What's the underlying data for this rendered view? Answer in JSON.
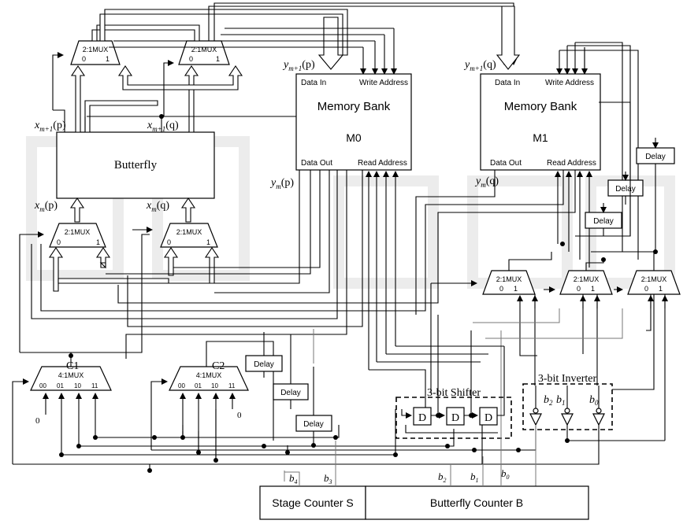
{
  "mux2_label": "2:1MUX",
  "mux4_label": "4:1MUX",
  "mux2_inputs": [
    "0",
    "1"
  ],
  "mux4_inputs": [
    "00",
    "01",
    "10",
    "11"
  ],
  "c1_label": "C1",
  "c2_label": "C2",
  "butterfly_label": "Butterfly",
  "memory_bank_title": "Memory Bank",
  "m0_label": "M0",
  "m1_label": "M1",
  "data_in": "Data In",
  "write_address": "Write Address",
  "data_out": "Data Out",
  "read_address": "Read Address",
  "delay_label": "Delay",
  "shifter_label": "3-bit Shifter",
  "inverter_label": "3-bit Inverter",
  "dff_label": "D",
  "stage_counter_label": "Stage Counter S",
  "butterfly_counter_label": "Butterfly Counter B",
  "const_zero": "0",
  "signals": {
    "xm1p": "x",
    "xm1p_sub": "m+1",
    "xm1p_arg": "(p)",
    "xm1q_arg": "(q)",
    "xm_sub": "m",
    "ym_letter": "y"
  },
  "bits": {
    "b4": "b",
    "b4_sub": "4",
    "b3": "b",
    "b3_sub": "3",
    "b2": "b",
    "b2_sub": "2",
    "b1": "b",
    "b1_sub": "1",
    "b0": "b",
    "b0_sub": "0"
  }
}
